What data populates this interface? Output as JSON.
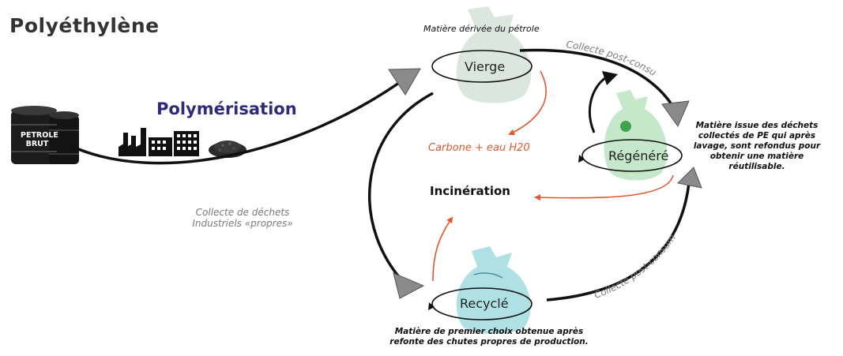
{
  "title": "Polyéthylène",
  "process_label": "Polymérisation",
  "barrel_label": "PETROLE BRUT",
  "nodes": {
    "vierge": {
      "label": "Vierge",
      "description": "Matière dérivée du pétrole"
    },
    "regenere": {
      "label": "Régénéré",
      "description": "Matière issue des déchets collectés de PE qui après lavage, sont refondus pour obtenir une matière réutilisable."
    },
    "recycle": {
      "label": "Recyclé",
      "description": "Matière de premier choix obtenue après refonte des chutes propres de production."
    }
  },
  "arrows": {
    "collecte_top": "Collecte post-consum",
    "collecte_bottom": "Collecte post-consum",
    "collecte_industriels": "Collecte de déchets Industriels «propres»"
  },
  "outputs": {
    "carbone": "Carbone + eau H20",
    "incineration": "Incinération"
  },
  "colors": {
    "accent_orange": "#e4572e",
    "vierge_bag": "#d7e3dc",
    "regenere_bag": "#bfe6c5",
    "recycle_bag": "#a6dde0",
    "title_blue": "#2e2a7a"
  }
}
